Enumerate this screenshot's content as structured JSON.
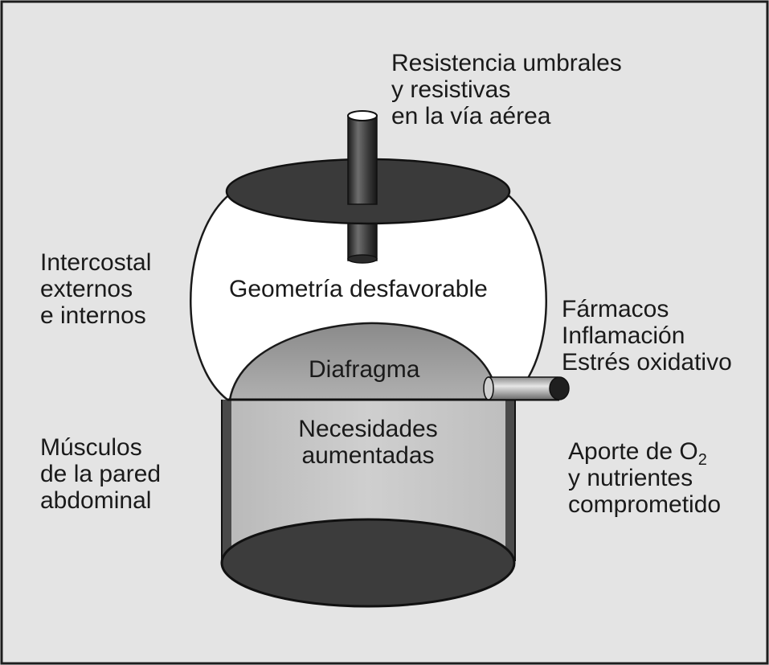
{
  "labels": {
    "airway_resistance": {
      "lines": [
        "Resistencia umbrales",
        "y resistivas",
        "en la vía aérea"
      ]
    },
    "intercostal": {
      "lines": [
        "Intercostal",
        "externos",
        "e internos"
      ]
    },
    "geometry": "Geometría desfavorable",
    "diaphragm": "Diafragma",
    "drugs": {
      "lines": [
        "Fármacos",
        "Inflamación",
        "Estrés oxidativo"
      ]
    },
    "needs": {
      "lines": [
        "Necesidades",
        "aumentadas"
      ]
    },
    "abdominal_muscles": {
      "lines": [
        "Músculos",
        "de la pared",
        "abdominal"
      ]
    },
    "oxygen_supply": {
      "line1_prefix": "Aporte de O",
      "line1_subscript": "2",
      "lines": [
        "y nutrientes",
        "comprometido"
      ]
    }
  },
  "colors": {
    "background": "#e4e4e4",
    "border": "#1e1e1e",
    "dark_disc": "#3a3a3a",
    "chamber": "#ffffff",
    "diaphragm": "#9a9a9a",
    "cylinder": "#c4c4c4",
    "cylinder_wall": "#4a4a4a"
  }
}
